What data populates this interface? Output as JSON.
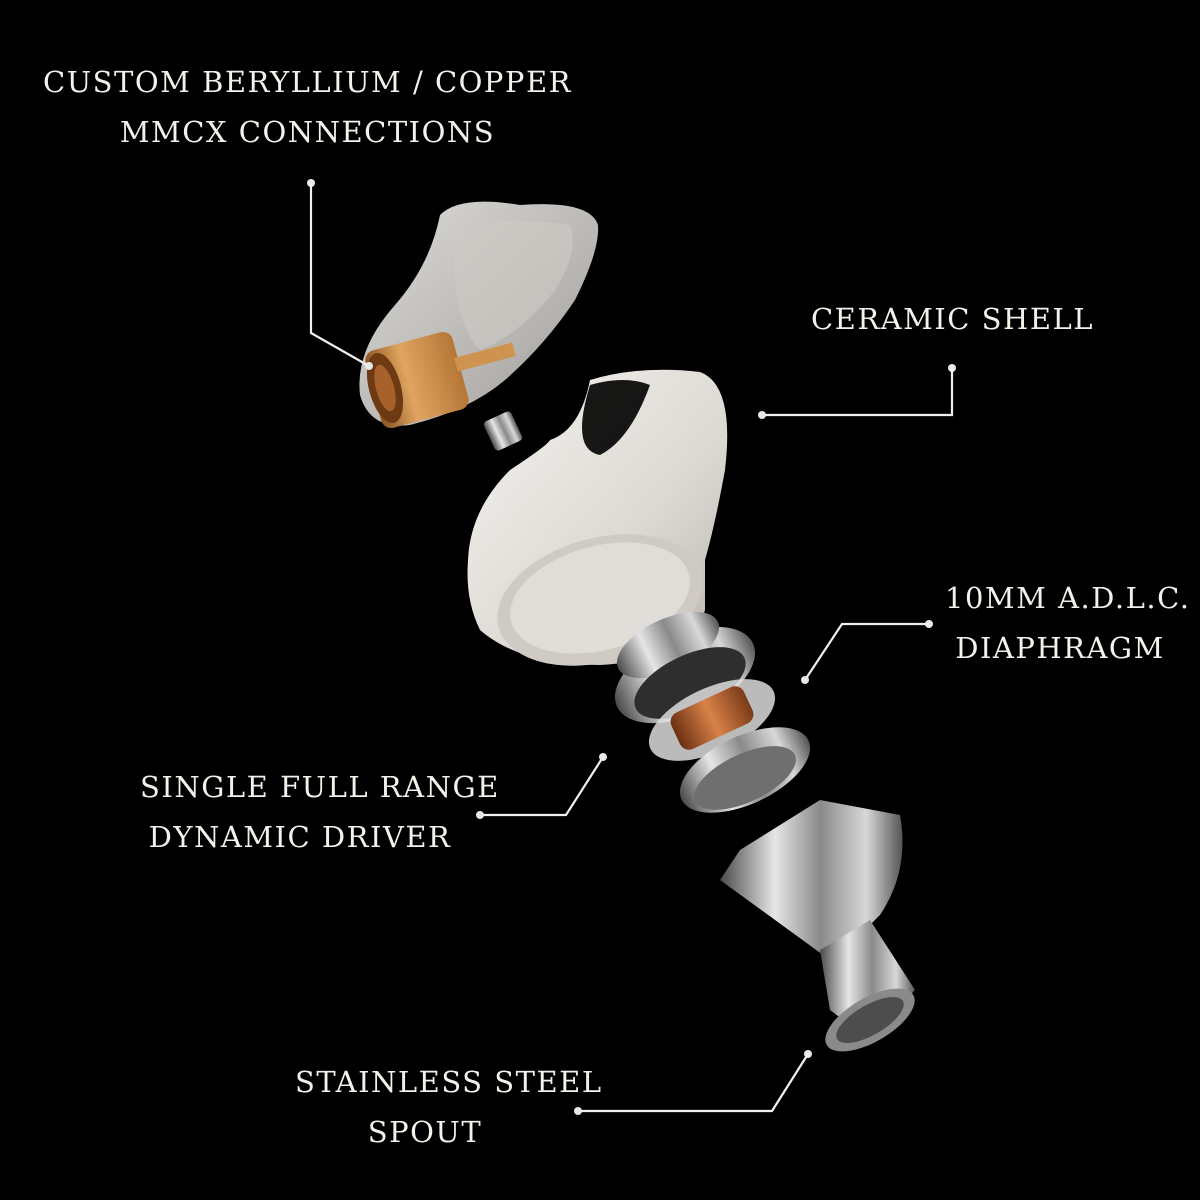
{
  "background": "#000000",
  "text_color": "#f4f1ea",
  "callouts": [
    {
      "id": "mmcx",
      "lines": [
        "CUSTOM BERYLLIUM / COPPER",
        "MMCX CONNECTIONS"
      ]
    },
    {
      "id": "shell",
      "lines": [
        "CERAMIC SHELL"
      ]
    },
    {
      "id": "diaphragm",
      "lines": [
        "10MM A.D.L.C.",
        "DIAPHRAGM"
      ]
    },
    {
      "id": "driver",
      "lines": [
        "SINGLE FULL RANGE",
        "DYNAMIC DRIVER"
      ]
    },
    {
      "id": "spout",
      "lines": [
        "STAINLESS STEEL",
        "SPOUT"
      ]
    }
  ],
  "components": [
    {
      "name": "faceplate",
      "color": "#d9d6d2"
    },
    {
      "name": "mmcx-connector",
      "color": "#c98a45"
    },
    {
      "name": "ceramic-shell",
      "color": "#e6e3df"
    },
    {
      "name": "driver-housing",
      "color": "#9a9a9a"
    },
    {
      "name": "voice-coil",
      "color": "#b8642e"
    },
    {
      "name": "stainless-spout",
      "color": "#a8a8a8"
    }
  ]
}
